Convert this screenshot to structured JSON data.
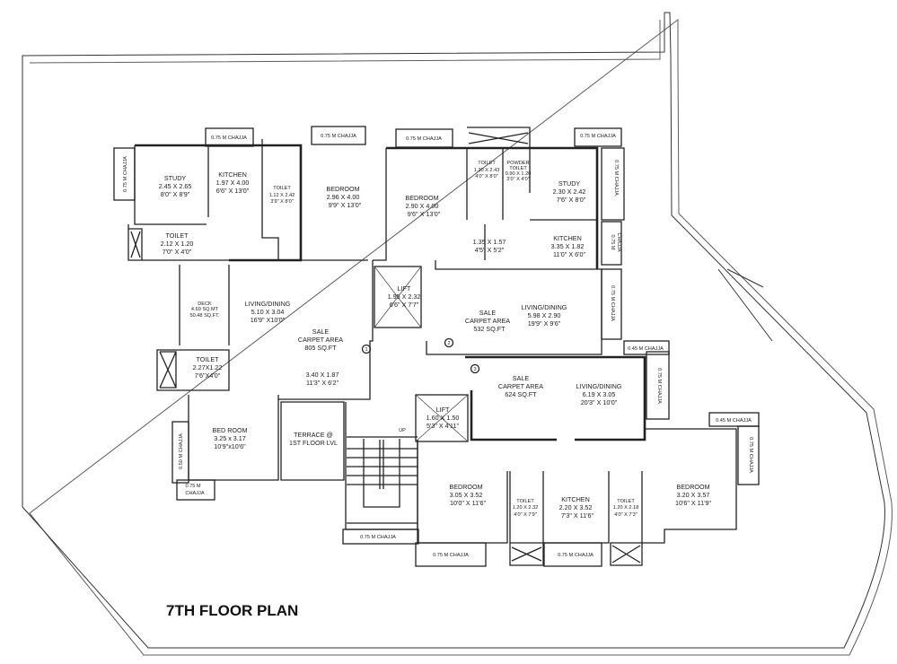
{
  "title": "7TH FLOOR PLAN",
  "rooms": {
    "study1": {
      "name": "STUDY",
      "m": "2.45 X 2.65",
      "ft": "8'0\" X 8'9\""
    },
    "kitchen1": {
      "name": "KITCHEN",
      "m": "1.97 X 4.00",
      "ft": "6'6\" X 13'0\""
    },
    "toilet1a": {
      "name": "TOILET",
      "m": "1.12 X 2.42",
      "ft": "3'9\" X 8'0\""
    },
    "bedroom1": {
      "name": "BEDROOM",
      "m": "2.96 X 4.00",
      "ft": "9'9\" X 13'0\""
    },
    "toilet1b": {
      "name": "TOILET",
      "m": "2.12 X 1.20",
      "ft": "7'0\" X 4'0\""
    },
    "deck": {
      "name": "DECK",
      "m": "4.69 SQ.MT",
      "ft": "50.48 SQ.FT."
    },
    "living1": {
      "name": "LIVING/DINING",
      "m": "5.10 X 3.04",
      "ft": "16'9\" X10'0\""
    },
    "sale1": {
      "l1": "SALE",
      "l2": "CARPET AREA",
      "l3": "805 SQ.FT"
    },
    "passage1": {
      "m": "3.40 X 1.87",
      "ft": "11'3\" X 6'2\""
    },
    "toilet1c": {
      "name": "TOILET",
      "m": "2.27X1.22",
      "ft": "7'6\"X4'0\""
    },
    "bedroom1b": {
      "name": "BED ROOM",
      "m": "3.25 x 3.17",
      "ft": "10'9\"x10'6\""
    },
    "terrace": {
      "l1": "TERRACE @",
      "l2": "1ST FLOOR LVL"
    },
    "lift1": {
      "name": "LIFT",
      "m": "1.95 X 2.32",
      "ft": "6'6\" X 7'7\""
    },
    "bedroom2": {
      "name": "BEDROOM",
      "m": "2.90 X 4.00",
      "ft": "9'6\" X 13'0\""
    },
    "toilet2": {
      "name": "TOILET",
      "m": "1.20 X 2.43",
      "ft": "4'0\" X 8'0\""
    },
    "powder2": {
      "name1": "POWDER",
      "name2": "TOILET",
      "m": "0.90 X 1.20",
      "ft": "3'0\" X 4'0\""
    },
    "study2": {
      "name": "STUDY",
      "m": "2.30 X 2.42",
      "ft": "7'6\" X 8'0\""
    },
    "passage2": {
      "m": "1.35 X 1.57",
      "ft": "4'5\" X 5'2\""
    },
    "kitchen2": {
      "name": "KITCHEN",
      "m": "3.35 X 1.82",
      "ft": "11'0\" X 6'0\""
    },
    "sale2": {
      "l1": "SALE",
      "l2": "CARPET AREA",
      "l3": "532 SQ.FT"
    },
    "living2": {
      "name": "LIVING/DINING",
      "m": "5.98 X 2.90",
      "ft": "19'9\" X 9'6\""
    },
    "sale3": {
      "l1": "SALE",
      "l2": "CARPET AREA",
      "l3": "624 SQ.FT"
    },
    "living3": {
      "name": "LIVING/DINING",
      "m": "6.19 X 3.05",
      "ft": "20'3\" X 10'0\""
    },
    "lift2": {
      "name": "LIFT",
      "m": "1.60 X 1.50",
      "ft": "5'3\" X 4'11\""
    },
    "bedroom3a": {
      "name": "BEDROOM",
      "m": "3.05 X 3.52",
      "ft": "10'0\" X 11'6\""
    },
    "toilet3a": {
      "name": "TOILET",
      "m": "1.20 X 2.32",
      "ft": "4'0\" X 7'9\""
    },
    "kitchen3": {
      "name": "KITCHEN",
      "m": "2.20 X 3.52",
      "ft": "7'3\" X 11'6\""
    },
    "toilet3b": {
      "name": "TOILET",
      "m": "1.20 X 2.18",
      "ft": "4'0\" X 7'3\""
    },
    "bedroom3b": {
      "name": "BEDROOM",
      "m": "3.20 X 3.57",
      "ft": "10'6\" X 11'9\""
    }
  },
  "units": {
    "u1": "1",
    "u2": "2",
    "u3": "3"
  },
  "stair_label": "UP",
  "chajjas": {
    "c075": "0.75 M CHAJJA",
    "c045": "0.45 M CHAJJA",
    "c050": "0.50 M CHAJJA",
    "c075a": "0.75 M",
    "c075b": "CHAJJA"
  }
}
